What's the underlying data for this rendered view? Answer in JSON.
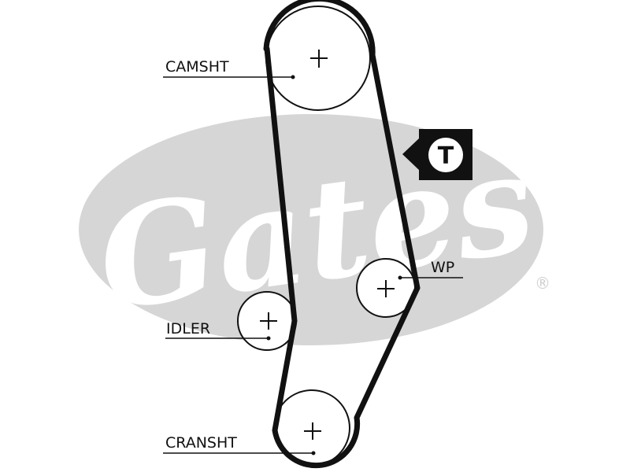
{
  "watermark": {
    "text": "Gates",
    "registered_mark": "®",
    "color": "#d6d6d6"
  },
  "colors": {
    "belt": "#111111",
    "pulley": "#111111",
    "background": "#ffffff"
  },
  "labels": {
    "camshaft": "CAMSHT",
    "idler": "IDLER",
    "water_pump": "WP",
    "crankshaft": "CRANSHT",
    "tensioner": "T"
  }
}
